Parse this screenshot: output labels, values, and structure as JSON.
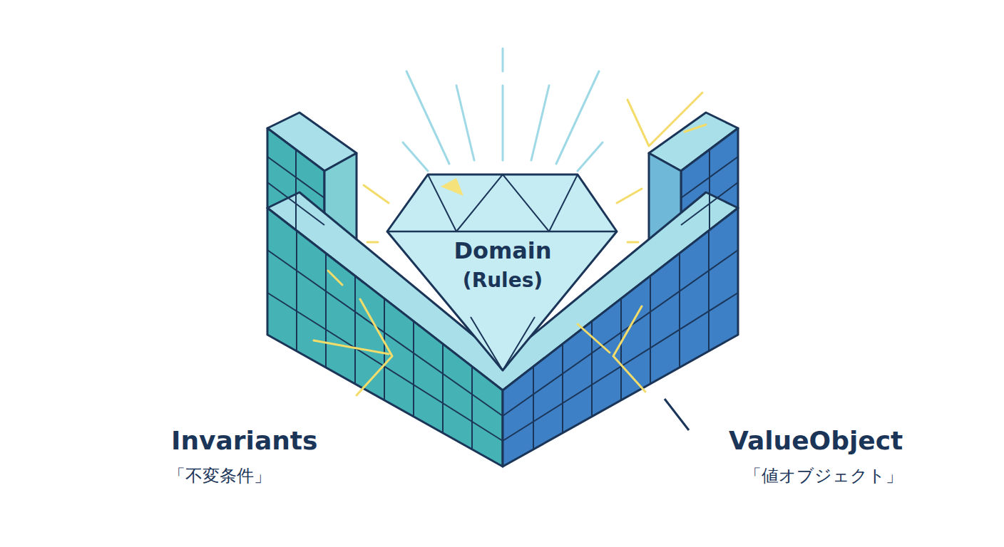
{
  "diagram": {
    "nodes": [
      {
        "text": [
          "Domain",
          "(Rules)"
        ]
      }
    ],
    "labels": [
      "Invariants",
      "「不変条件」",
      "ValueObject",
      "「値オブジェクト」"
    ]
  }
}
